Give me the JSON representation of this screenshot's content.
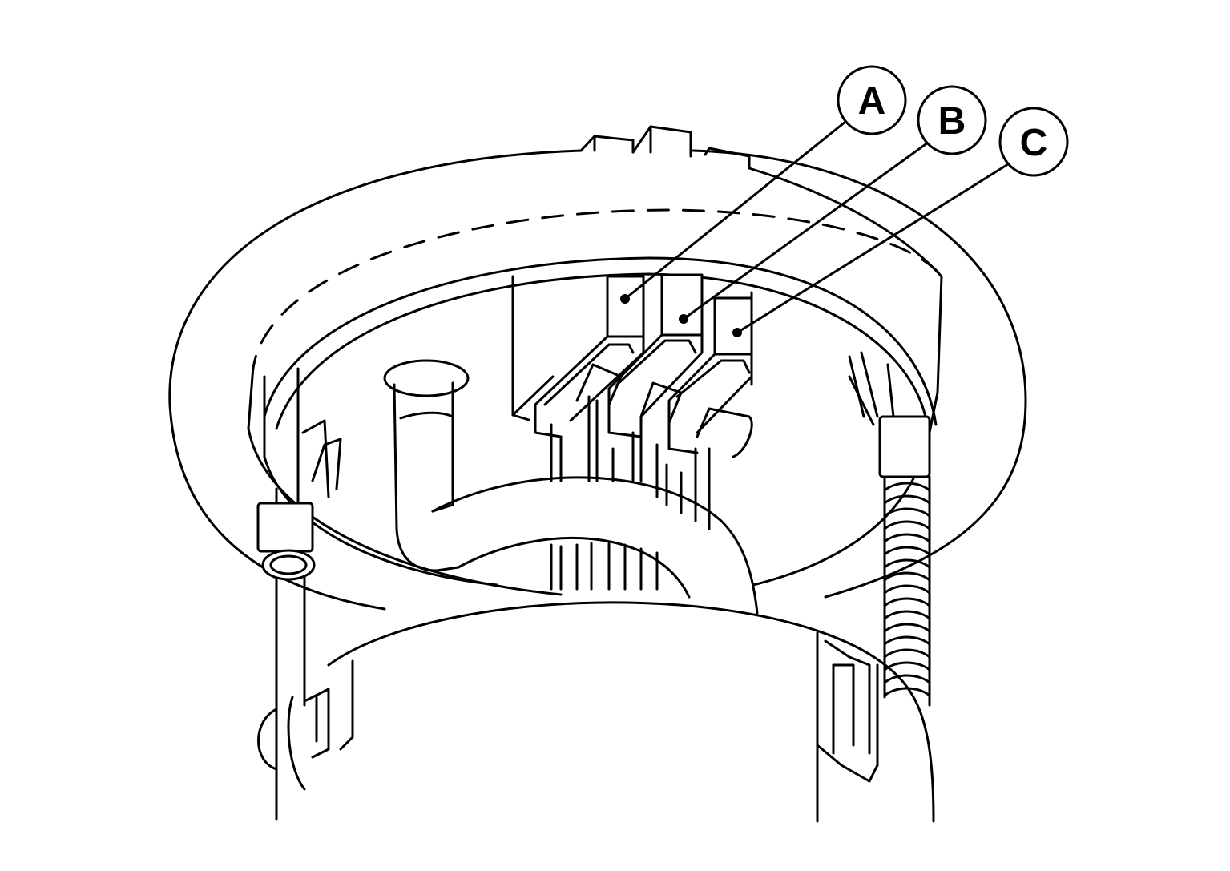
{
  "callouts": [
    {
      "letter": "A"
    },
    {
      "letter": "B"
    },
    {
      "letter": "C"
    }
  ],
  "colors": {
    "line": "#000000",
    "background": "#ffffff"
  }
}
